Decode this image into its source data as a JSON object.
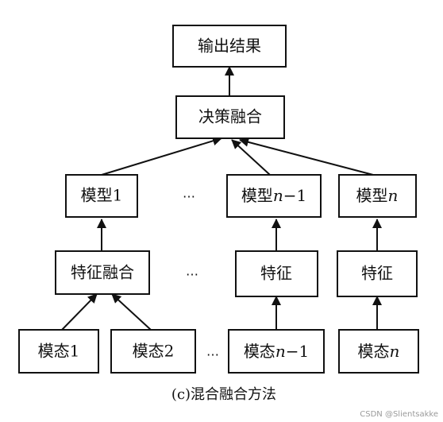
{
  "diagram": {
    "nodes": {
      "output": "输出结果",
      "decision_fusion": "决策融合",
      "model1": "模型1",
      "model_n_minus_1": {
        "prefix": "模型",
        "var": "n",
        "suffix": "−1"
      },
      "model_n": {
        "prefix": "模型",
        "var": "n",
        "suffix": ""
      },
      "feature_fusion": "特征融合",
      "feature_a": "特征",
      "feature_b": "特征",
      "modality1": "模态1",
      "modality2": "模态2",
      "modality_n_minus_1": {
        "prefix": "模态",
        "var": "n",
        "suffix": "−1"
      },
      "modality_n": {
        "prefix": "模态",
        "var": "n",
        "suffix": ""
      }
    },
    "ellipses": [
      "…",
      "…",
      "…"
    ],
    "caption": "(c)混合融合方法",
    "watermark": "CSDN @Slientsakke",
    "colors": {
      "stroke": "#111111",
      "background": "#ffffff",
      "watermark": "#9a9a9a"
    }
  }
}
